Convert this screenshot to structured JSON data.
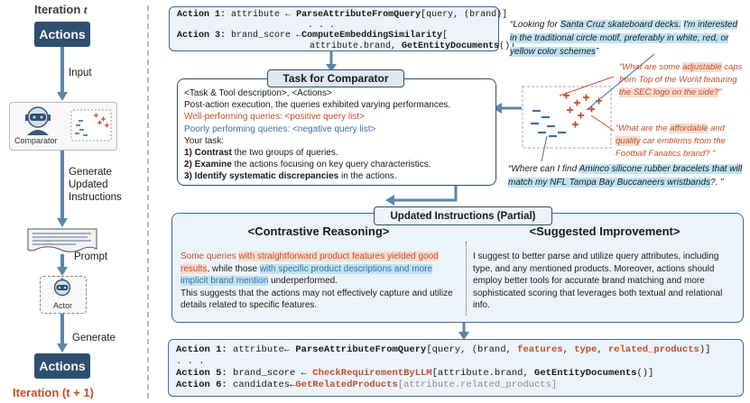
{
  "left": {
    "iteration_prefix": "Iteration ",
    "iteration_var": "t",
    "actions_top": "Actions",
    "input": "Input",
    "comparator": "Comparator",
    "generate_updated_1": "Generate",
    "generate_updated_2": "Updated",
    "generate_updated_3": "Instructions",
    "prompt": "Prompt",
    "actor": "Actor",
    "generate": "Generate",
    "actions_bottom": "Actions",
    "iteration_bottom": "Iteration (t + 1)"
  },
  "top_code": {
    "l1_label": "Action 1:",
    "l1_var": "attribute",
    "l1_arrow": "←",
    "l1_fn": "ParseAttributeFromQuery",
    "l1_args": "[query, (brand)]",
    "dots": ". . .",
    "l3_label": "Action 3:",
    "l3_var": "brand_score",
    "l3_arrow": "←",
    "l3_fn": "ComputeEmbeddingSimilarity",
    "l3_args_open": "[",
    "l3_cont_a": "attribute.brand, ",
    "l3_cont_fn": "GetEntityDocuments",
    "l3_cont_b": "()]"
  },
  "task": {
    "title": "Task for Comparator",
    "line1": "<Task & Tool description>, <Actions>",
    "line2": "Post-action execution, the queries exhibited varying performances.",
    "well": "Well-performing queries: <positive query list>",
    "poor": "Poorly performing queries: <negative query list>",
    "your_task": "Your task:",
    "i1_num": "1) ",
    "i1_bold": "Contrast",
    "i1_rest": " the two groups of queries.",
    "i2_num": "2) ",
    "i2_bold": "Examine",
    "i2_rest": " the actions focusing on key query characteristics.",
    "i3_num": "3) ",
    "i3_bold": "Identify systematic discrepancies",
    "i3_rest": " in the actions."
  },
  "queries": {
    "q1_a": "“Looking for ",
    "q1_b": "Santa Cruz skateboard decks.",
    "q1_c": "I'm interested in the traditional circle motif, preferably in white, red, or yellow color schemes",
    "q1_d": "”",
    "q2_a": "“What are some ",
    "q2_b": "adjustable",
    "q2_c": " caps from Top of the World featuring ",
    "q2_d": "the SEC logo on the side?",
    "q2_e": "”",
    "q3_a": "“What are the ",
    "q3_b": "affordable",
    "q3_c": " and ",
    "q3_d": "quality",
    "q3_e": " car emblems from the Football Fanatics brand? ”",
    "q4_a": "“Where can I find ",
    "q4_b": "Aminco silicone rubber bracelets that will match my NFL Tampa Bay Buccaneers wristbands",
    "q4_c": "?. ”"
  },
  "updated": {
    "title": "Updated Instructions (Partial)",
    "contrastive_title": "<Contrastive Reasoning>",
    "c_a": "Some queries ",
    "c_b": "with straightforward product features yielded good results",
    "c_c": ", while those ",
    "c_d": "with specific product descriptions and more implicit brand mention",
    "c_e": " underperformed.",
    "c_f": "This suggests that the actions may not effectively capture and utilize details related to specific features.",
    "suggested_title": "<Suggested Improvement>",
    "s_text": "I suggest to better parse and utilize query attributes, including type, and any mentioned products. Moreover, actions should employ better tools for accurate brand matching and more sophisticated scoring that leverages both textual and relational info."
  },
  "bottom_code": {
    "l1_label": "Action 1:",
    "l1_var": "attribute",
    "l1_arrow": "←",
    "l1_fn": "ParseAttributeFromQuery",
    "l1_a": "[query, (brand, ",
    "l1_b": "features",
    "l1_c": ", ",
    "l1_d": "type",
    "l1_e": ", ",
    "l1_f": "related_products",
    "l1_g": ")]",
    "dots": ". . .",
    "l5_label": "Action 5:",
    "l5_var": "brand_score",
    "l5_arrow": "←",
    "l5_fn": "CheckRequirementByLLM",
    "l5_a": "[attribute.brand, ",
    "l5_fn2": "GetEntityDocuments",
    "l5_b": "()]",
    "l6_label": "Action 6:",
    "l6_var": "candidates",
    "l6_arrow": "←",
    "l6_fn": "GetRelatedProducts",
    "l6_a": "[attribute.related_products]"
  },
  "colors": {
    "navy": "#2f4f6f",
    "steel_arrow": "#5b86ad",
    "orange": "#c0502d",
    "highlight_blue": "#bfe3f5",
    "highlight_orange": "#f6dccd"
  },
  "icons": [
    "robot-comparator-icon",
    "scatter-plot-icon",
    "document-prompt-icon",
    "robot-actor-icon"
  ]
}
